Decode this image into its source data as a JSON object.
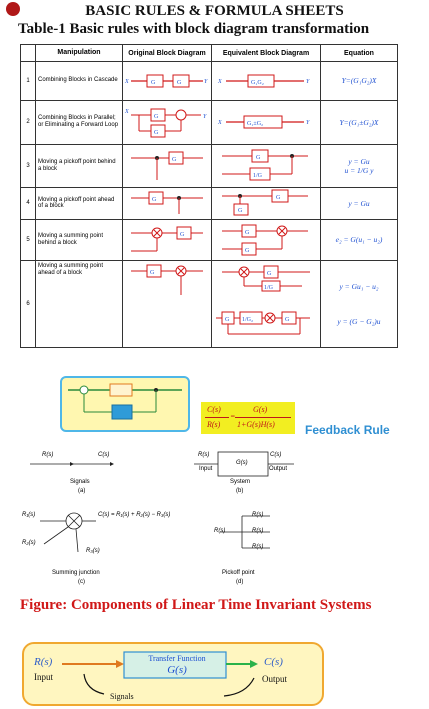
{
  "header": {
    "title": "BASIC RULES & FORMULA SHEETS",
    "table_title": "Table-1 Basic rules with block diagram transformation"
  },
  "table": {
    "columns": [
      "Manipulation",
      "Original Block Diagram",
      "Equivalent Block Diagram",
      "Equation"
    ],
    "rows": [
      {
        "no": "1",
        "manipulation": "Combining Blocks in Cascade",
        "equation": "Y=(G₁G₂)X"
      },
      {
        "no": "2",
        "manipulation": "Combining Blocks in Parallel; or Eliminating a Forward Loop",
        "equation": "Y=(G₁±G₂)X"
      },
      {
        "no": "3",
        "manipulation": "Moving a pickoff point behind a block",
        "equation_a": "y = Gu",
        "equation_b": "u = ",
        "equation_c": "1/G",
        "equation_d": " y"
      },
      {
        "no": "4",
        "manipulation": "Moving a pickoff point ahead of a block",
        "equation": "y = Gu"
      },
      {
        "no": "5",
        "manipulation": "Moving a summing point behind a block",
        "equation": "e₂ = G(u₁ − u₂)"
      },
      {
        "no": "6",
        "manipulation": "Moving a summing point ahead of a block",
        "equation": "y = Gu₁ − u₂",
        "equation2": "y = (G − G₂)u"
      }
    ]
  },
  "feedback": {
    "formula_num_left": "C(s)",
    "formula_den_left": "R(s)",
    "formula_num_right": "G(s)",
    "formula_den_right": "1+G(s)H(s)",
    "rule_label": "Feedback Rule"
  },
  "components": {
    "signals_in": "R(s)",
    "signals_out": "C(s)",
    "signals_caption": "Signals",
    "signals_sub": "(a)",
    "system_in": "R(s)",
    "system_in_label": "Input",
    "system_block": "G(s)",
    "system_out": "C(s)",
    "system_out_label": "Output",
    "system_caption": "System",
    "system_sub": "(b)",
    "sum_r1": "R₁(s)",
    "sum_r2": "R₂(s)",
    "sum_r3": "R₃(s)",
    "sum_out": "C(s) = R₁(s) + R₂(s) − R₃(s)",
    "sum_caption": "Summing junction",
    "sum_sub": "(c)",
    "pick_in": "R(s)",
    "pick_out": "R(s)",
    "pick_caption": "Pickoff point",
    "pick_sub": "(d)"
  },
  "lti": {
    "title": "Figure: Components of Linear Time Invariant Systems",
    "in_signal": "R(s)",
    "in_label": "Input",
    "tf_label": "Transfer Function",
    "tf_value": "G(s)",
    "out_signal": "C(s)",
    "out_label": "Output",
    "signals_label": "Signals"
  },
  "colors": {
    "accent_red": "#d01818",
    "accent_blue": "#1d4fd1",
    "feedback_blue": "#2f8fd2",
    "highlight_yellow": "#f2ee21"
  }
}
